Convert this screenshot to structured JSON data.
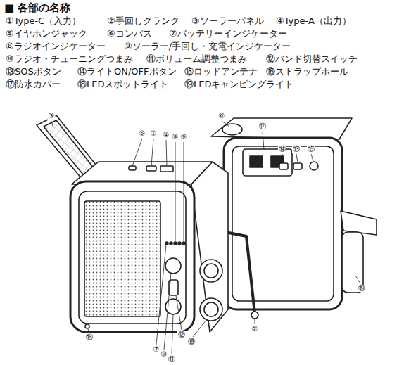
{
  "diagram": {
    "title": "■ 各部の名称",
    "labels": [
      "①Type-C（入力）",
      "②手回しクランク",
      "③ソーラーパネル",
      "④Type-A（出力）",
      "⑤イヤホンジャック",
      "⑥コンパス",
      "⑦バッテリーインジケーター",
      "⑧ラジオインジケーター",
      "⑨ソーラー/手回し・充電インジケーター",
      "⑩ラジオ・チューニングつまみ",
      "⑪ボリューム調整つまみ",
      "⑫バンド切替スイッチ",
      "⑬SOSボタン",
      "⑭ライトON/OFFボタン",
      "⑮ロッドアンテナ",
      "⑯ストラップホール",
      "⑰防水カバー",
      "⑱LEDスポットライト",
      "⑲LEDキャンピングライト",
      "③",
      "⑥",
      "⑰",
      "⑤",
      "①",
      "④",
      "⑧",
      "⑨",
      "⑭",
      "⑬",
      "⑮",
      "⑲",
      "②",
      "⑫",
      "⑯",
      "⑱",
      "⑦",
      "⑩",
      "⑪"
    ]
  }
}
